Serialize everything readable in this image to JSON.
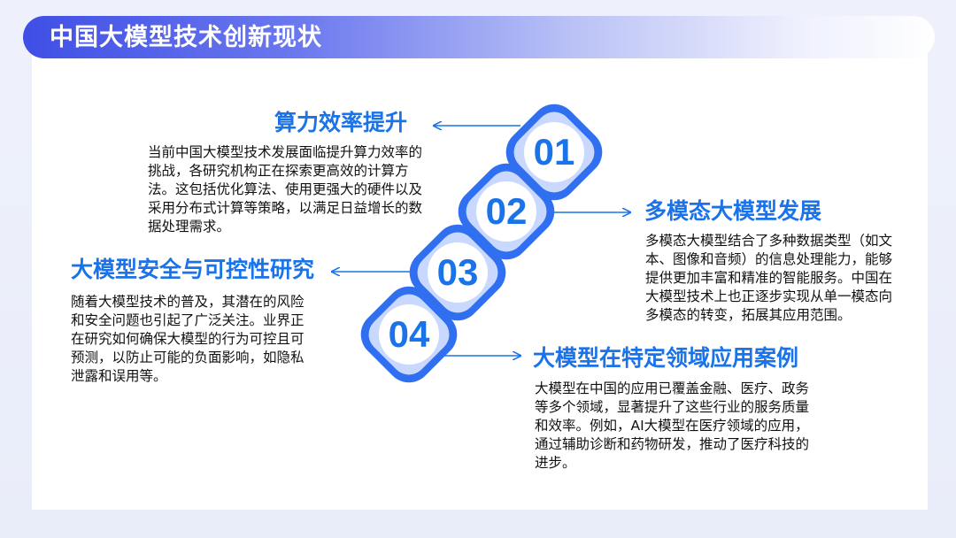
{
  "page": {
    "title": "中国大模型技术创新现状"
  },
  "sections": [
    {
      "number": "01",
      "heading": "算力效率提升",
      "text": "当前中国大模型技术发展面临提升算力效率的挑战，各研究机构正在探索更高效的计算方法。这包括优化算法、使用更强大的硬件以及采用分布式计算等策略，以满足日益增长的数据处理需求。"
    },
    {
      "number": "02",
      "heading": "多模态大模型发展",
      "text": "多模态大模型结合了多种数据类型（如文本、图像和音频）的信息处理能力，能够提供更加丰富和精准的智能服务。中国在大模型技术上也正逐步实现从单一模态向多模态的转变，拓展其应用范围。"
    },
    {
      "number": "03",
      "heading": "大模型安全与可控性研究",
      "text": "随着大模型技术的普及，其潜在的风险和安全问题也引起了广泛关注。业界正在研究如何确保大模型的行为可控且可预测，以防止可能的负面影响，如隐私泄露和误用等。"
    },
    {
      "number": "04",
      "heading": "大模型在特定领域应用案例",
      "text": "大模型在中国的应用已覆盖金融、医疗、政务等多个领域，显著提升了这些行业的服务质量和效率。例如，AI大模型在医疗领域的应用，通过辅助诊断和药物研发，推动了医疗科技的进步。"
    }
  ],
  "colors": {
    "accent": "#1a73e8",
    "title_bar_start": "#3f4fe6",
    "badge_fill": "#2f6ff0",
    "badge_light": "#c9d8ff"
  }
}
